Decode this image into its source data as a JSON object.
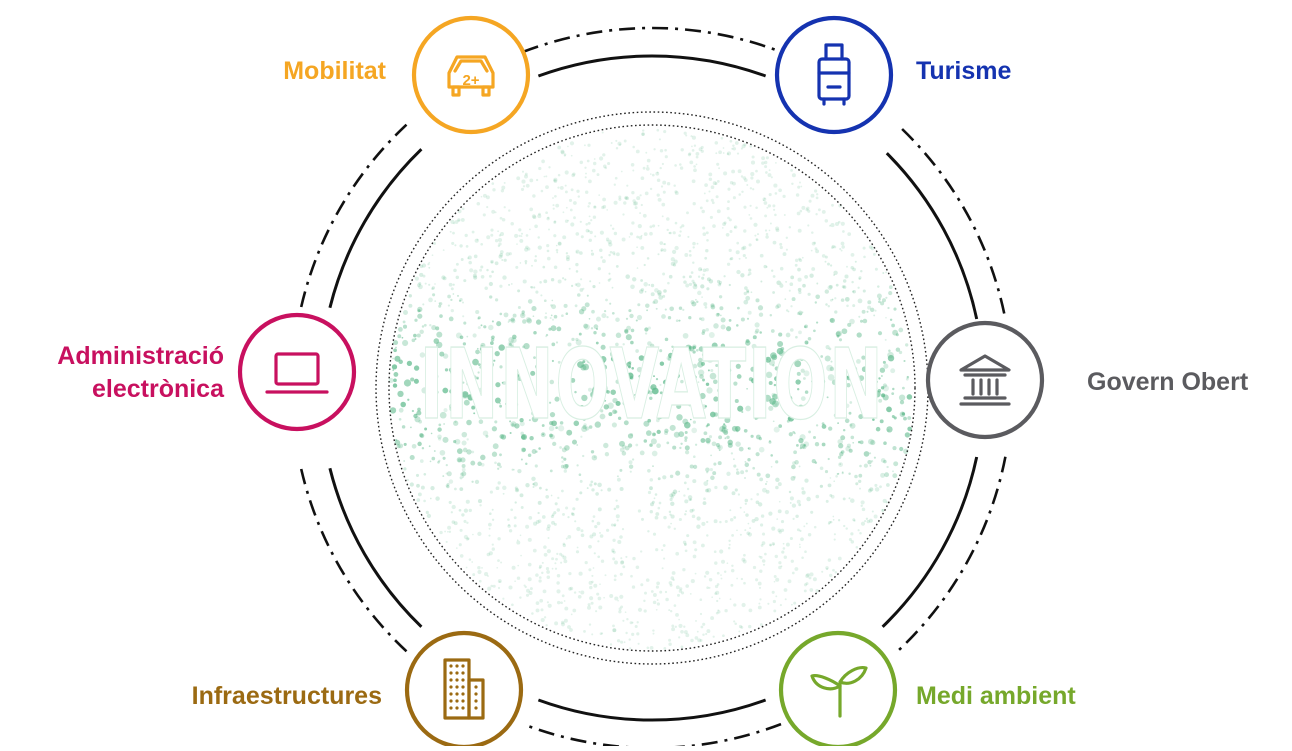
{
  "center": {
    "title": "INNOVATION"
  },
  "colors": {
    "mobility": "#f5a623",
    "tourism": "#1533b0",
    "open_government": "#5b5b5f",
    "e_administration": "#c8105f",
    "infrastructures": "#9b6a12",
    "environment": "#76a82b",
    "dots": "#5cb88a",
    "ring": "#111111"
  },
  "nodes": [
    {
      "id": "mobilitat",
      "label": "Mobilitat",
      "icon": "car-icon",
      "badge": "2+",
      "color_key": "mobility"
    },
    {
      "id": "turisme",
      "label": "Turisme",
      "icon": "suitcase-icon",
      "color_key": "tourism"
    },
    {
      "id": "govern-obert",
      "label": "Govern Obert",
      "icon": "government-building-icon",
      "color_key": "open_government"
    },
    {
      "id": "administracio",
      "label_lines": [
        "Administració",
        "electrònica"
      ],
      "icon": "laptop-icon",
      "color_key": "e_administration"
    },
    {
      "id": "infraestructures",
      "label": "Infraestructures",
      "icon": "buildings-icon",
      "color_key": "infrastructures"
    },
    {
      "id": "medi-ambient",
      "label": "Medi ambient",
      "icon": "sprout-icon",
      "color_key": "environment"
    }
  ]
}
